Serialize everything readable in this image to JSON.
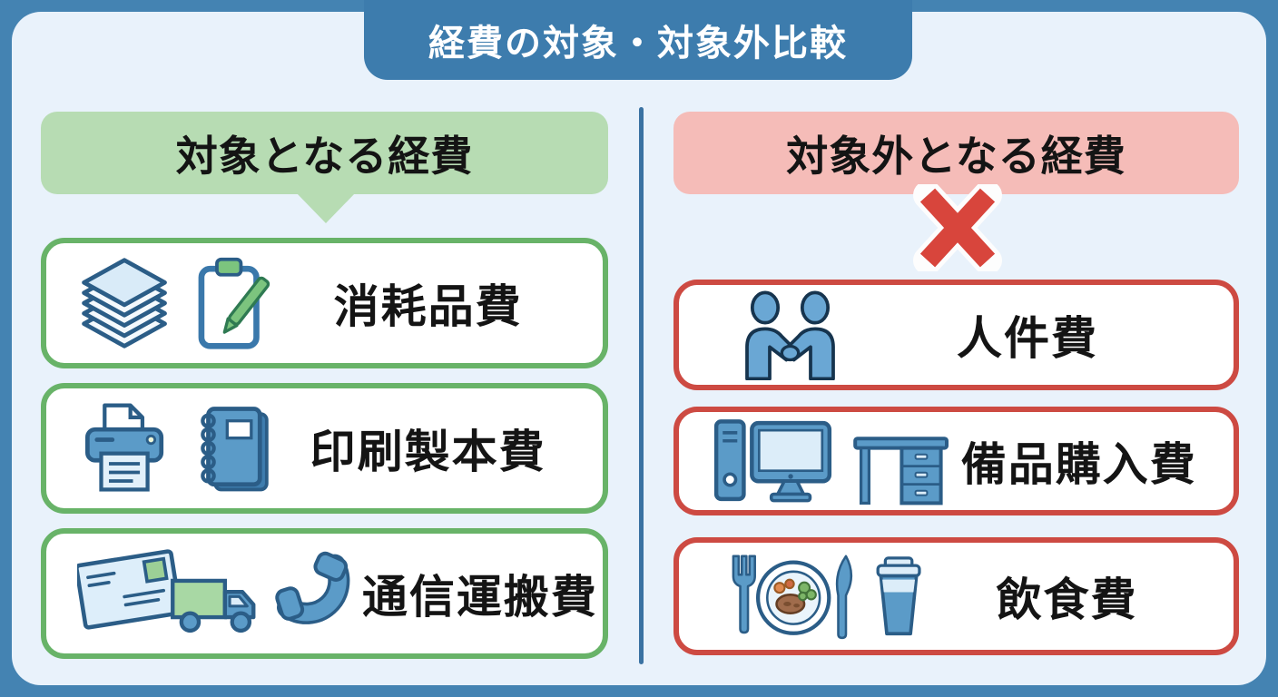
{
  "title": "経費の対象・対象外比較",
  "columns": {
    "eligible": {
      "header": "対象となる経費",
      "items": [
        {
          "label": "消耗品費",
          "icons": [
            "paper-stack-icon",
            "clipboard-pen-icon"
          ]
        },
        {
          "label": "印刷製本費",
          "icons": [
            "printer-icon",
            "notebook-icon"
          ]
        },
        {
          "label": "通信運搬費",
          "icons": [
            "envelope-icon",
            "truck-icon",
            "phone-icon"
          ]
        }
      ]
    },
    "ineligible": {
      "header": "対象外となる経費",
      "mark_icon": "x-mark-icon",
      "items": [
        {
          "label": "人件費",
          "icons": [
            "handshake-icon"
          ]
        },
        {
          "label": "備品購入費",
          "icons": [
            "computer-icon",
            "desk-icon"
          ]
        },
        {
          "label": "飲食費",
          "icons": [
            "meal-plate-icon",
            "coffee-cup-icon"
          ]
        }
      ]
    }
  },
  "colors": {
    "frame_blue": "#4483b2",
    "banner_blue": "#3d7cad",
    "background_light": "#e9f2fb",
    "header_green": "#b7dcb3",
    "header_pink": "#f5bcb8",
    "card_border_green": "#68b368",
    "card_border_red": "#cd4a42",
    "divider_blue": "#3a72a2",
    "x_mark_red": "#d8453c",
    "icon_blue": "#5b9bc8",
    "icon_outline": "#2b5d87",
    "icon_green": "#7cc47e"
  }
}
